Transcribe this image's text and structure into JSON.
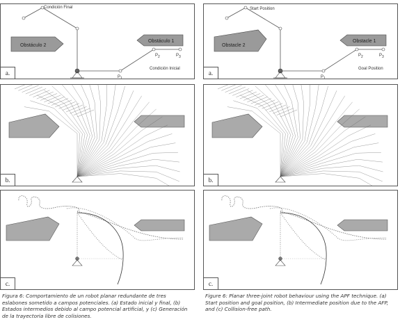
{
  "panel_tags": {
    "a": "a.",
    "b": "b.",
    "c": "c."
  },
  "left": {
    "obstacle_1": "Obstáculo 1",
    "obstacle_2": "Obstáculo 2",
    "start_label": "Condición Final",
    "goal_label": "Condición Inicial",
    "caption": "Figura 6: Comportamiento de un robot planar redundante de tres eslabones sometido a campos potenciales. (a) Estado inicial y final, (b) Estados intermedios debido al campo potencial artificial, y (c) Generación de la trayectoria libre de colisiones."
  },
  "right": {
    "obstacle_1": "Obstacle 1",
    "obstacle_2": "Obstacle 2",
    "start_label": "Start Position",
    "goal_label": "Goal Position",
    "caption": "Figure 6: Planar three-joint robot behaviour using the APF technique. (a) Start position and goal position, (b) Intermediate position due to the AFP, and (c) Collision-free path."
  },
  "points": {
    "p": "P",
    "s1": "1",
    "s2": "2",
    "s3": "3"
  }
}
